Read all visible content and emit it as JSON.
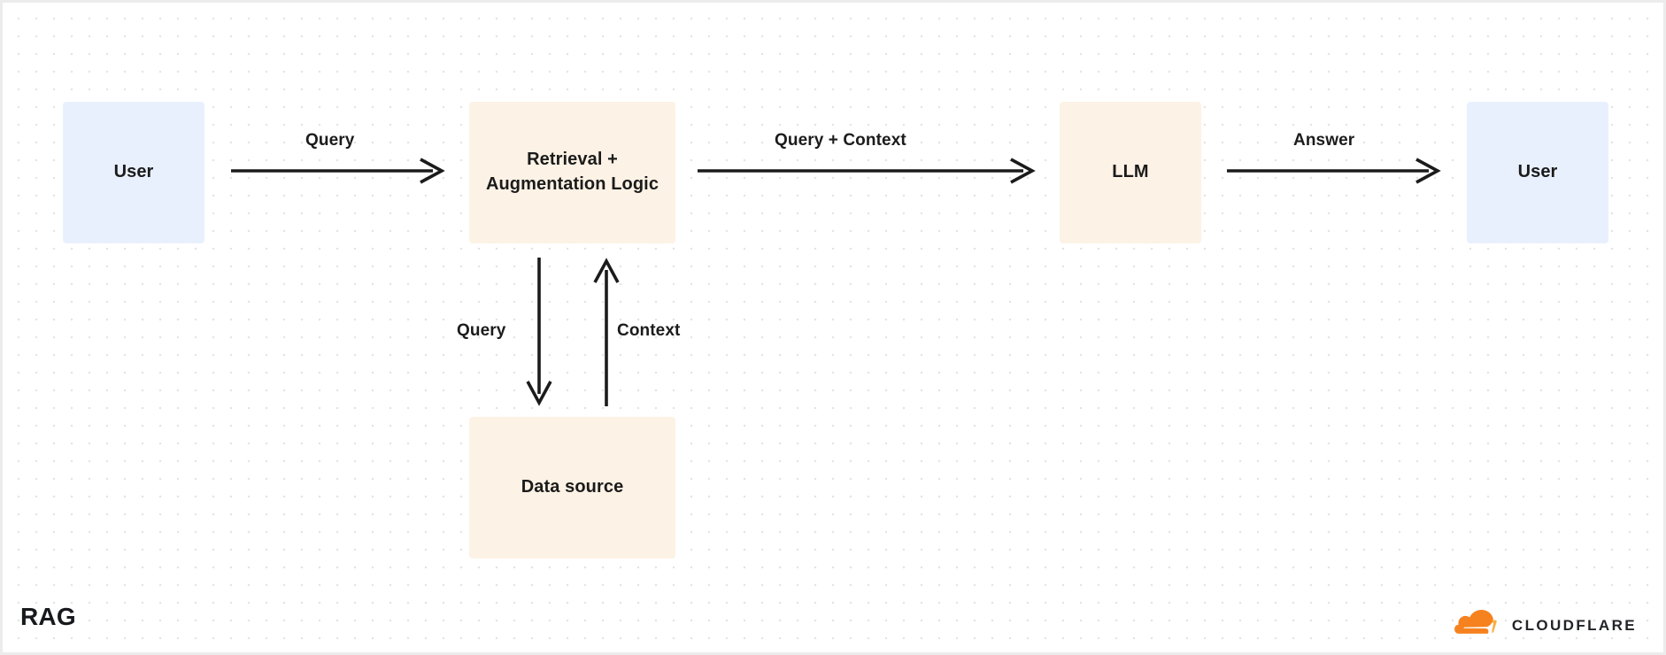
{
  "diagram": {
    "title": "RAG",
    "background": {
      "canvas_color": "#ffffff",
      "dot_color": "#e4e4e4",
      "border_color": "#ececec"
    },
    "colors": {
      "node_blue": "#e9f0fd",
      "node_cream": "#fcf2e5",
      "arrow": "#1b1b1b",
      "text": "#1b1b1b",
      "brand_orange_dark": "#f6821f",
      "brand_orange_light": "#fbad41",
      "brand_text": "#222327"
    },
    "nodes": [
      {
        "id": "user-left",
        "label": "User",
        "style": "blue"
      },
      {
        "id": "retrieval",
        "label": "Retrieval + Augmentation Logic",
        "style": "cream"
      },
      {
        "id": "llm",
        "label": "LLM",
        "style": "cream"
      },
      {
        "id": "user-right",
        "label": "User",
        "style": "blue"
      },
      {
        "id": "datasource",
        "label": "Data source",
        "style": "cream"
      }
    ],
    "edges": [
      {
        "id": "e1",
        "label": "Query",
        "from": "user-left",
        "to": "retrieval",
        "direction": "right"
      },
      {
        "id": "e2",
        "label": "Query + Context",
        "from": "retrieval",
        "to": "llm",
        "direction": "right"
      },
      {
        "id": "e3",
        "label": "Answer",
        "from": "llm",
        "to": "user-right",
        "direction": "right"
      },
      {
        "id": "e4",
        "label": "Query",
        "from": "retrieval",
        "to": "datasource",
        "direction": "down"
      },
      {
        "id": "e5",
        "label": "Context",
        "from": "datasource",
        "to": "retrieval",
        "direction": "up"
      }
    ]
  },
  "brand": {
    "name": "CLOUDFLARE",
    "logo_icon": "cloudflare-cloud-icon"
  }
}
